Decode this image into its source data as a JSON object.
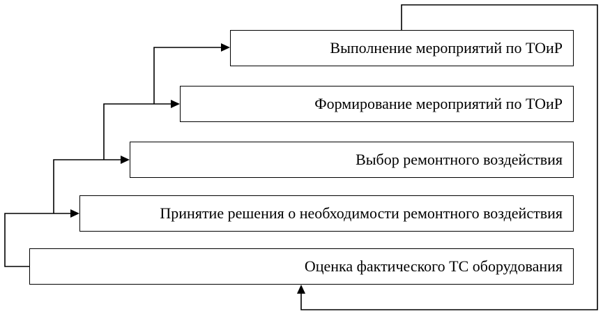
{
  "diagram": {
    "steps": [
      {
        "id": "step-1",
        "label": "Выполнение мероприятий по ТОиР"
      },
      {
        "id": "step-2",
        "label": "Формирование мероприятий по ТОиР"
      },
      {
        "id": "step-3",
        "label": "Выбор ремонтного воздействия"
      },
      {
        "id": "step-4",
        "label": "Принятие решения о необходимости ремонтного воздействия"
      },
      {
        "id": "step-5",
        "label": "Оценка фактического ТС оборудования"
      }
    ]
  }
}
